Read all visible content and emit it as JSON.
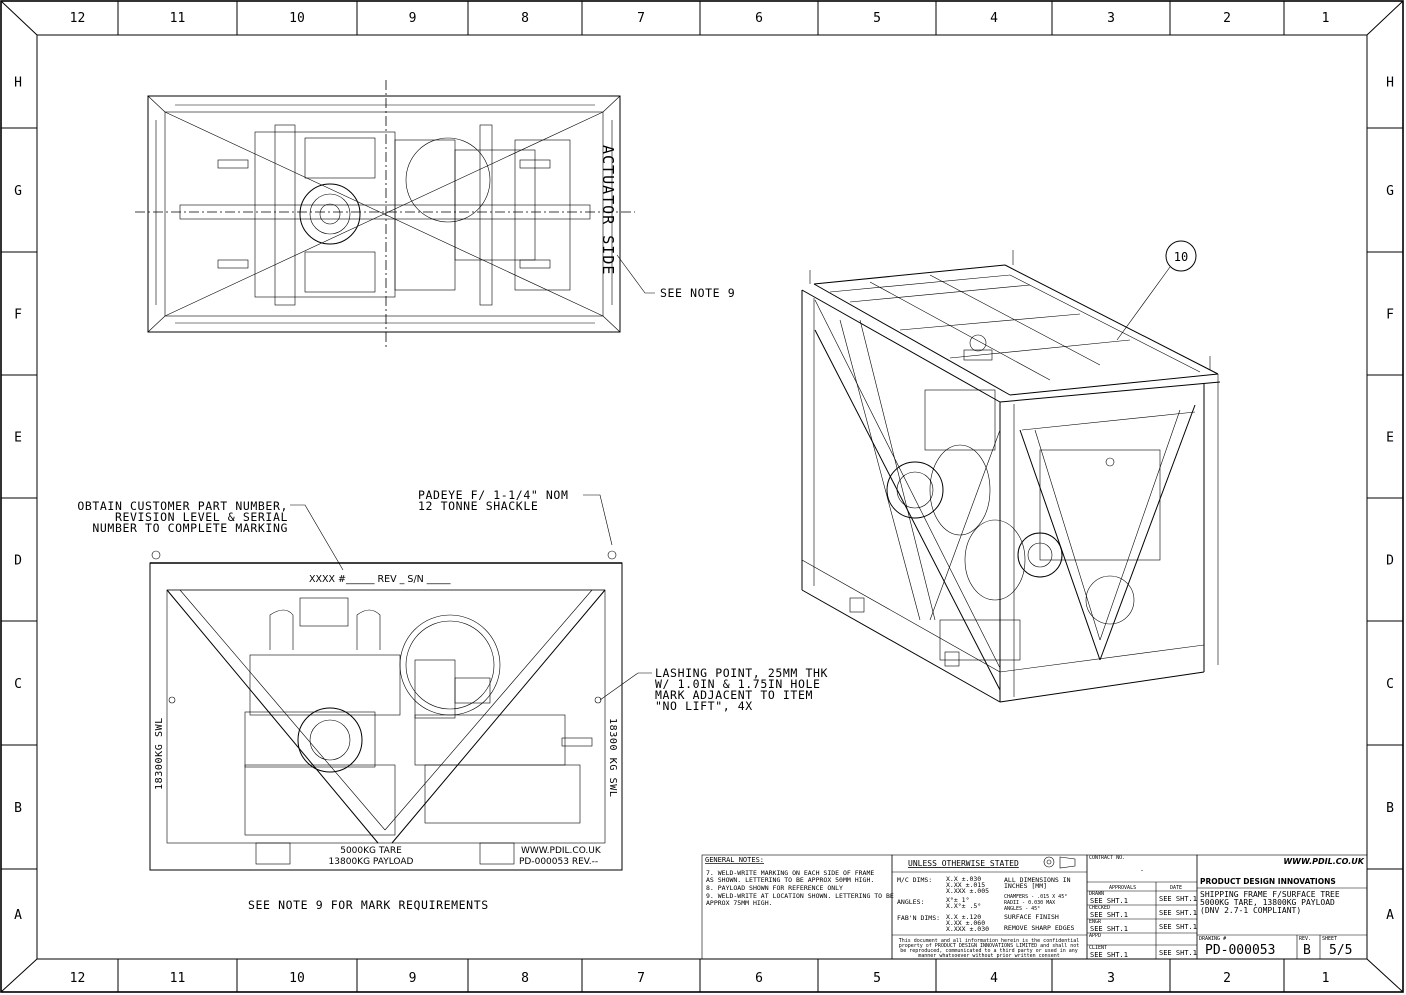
{
  "border": {
    "columns": [
      "12",
      "11",
      "10",
      "9",
      "8",
      "7",
      "6",
      "5",
      "4",
      "3",
      "2",
      "1"
    ],
    "rows": [
      "H",
      "G",
      "F",
      "E",
      "D",
      "C",
      "B",
      "A"
    ]
  },
  "top_view": {
    "side_label": "ACTUATOR SIDE",
    "see_note": "SEE NOTE 9"
  },
  "isometric_view": {
    "balloon": "10"
  },
  "front_view": {
    "customer_note": [
      "OBTAIN CUSTOMER PART NUMBER,",
      "REVISION LEVEL & SERIAL",
      "NUMBER TO COMPLETE MARKING"
    ],
    "padeye_note": [
      "PADEYE F/ 1-1/4\" NOM",
      "12 TONNE SHACKLE"
    ],
    "lashing_note": [
      "LASHING POINT, 25MM THK",
      "W/ 1.0IN & 1.75IN HOLE",
      "MARK ADJACENT TO ITEM",
      "\"NO LIFT\", 4X"
    ],
    "marking_line": "XXXX #______ REV _ S/N _____",
    "swl_left": "18300KG SWL",
    "swl_right": "18300 KG SWL",
    "tare": "5000KG TARE",
    "payload": "13800KG PAYLOAD",
    "web": "WWW.PDIL.CO.UK",
    "drawing_ref": "PD-000053 REV.--",
    "mark_requirements": "SEE NOTE 9 FOR MARK REQUIREMENTS"
  },
  "general_notes": {
    "title": "GENERAL NOTES:",
    "items": [
      "7. WELD-WRITE MARKING ON EACH SIDE OF FRAME",
      "   AS SHOWN. LETTERING TO BE APPROX 50MM HIGH.",
      "8. PAYLOAD SHOWN FOR REFERENCE ONLY",
      "9. WELD-WRITE AT LOCATION SHOWN. LETTERING TO BE",
      "   APPROX 75MM HIGH."
    ]
  },
  "tolerances": {
    "header": "UNLESS OTHERWISE STATED",
    "mc_dims_label": "M/C DIMS:",
    "mc_dims": [
      "X.X ±.030",
      "X.XX ±.015",
      "X.XXX ±.005"
    ],
    "all_dims": [
      "ALL DIMENSIONS IN",
      "INCHES [MM]"
    ],
    "angles_label": "ANGLES:",
    "angles": [
      "X°± 1°",
      "X.X°± .5°"
    ],
    "chamfers": [
      "CHAMFERS - .015 X 45°",
      "RADII    - 0.030 MAX",
      "ANGLES   - 45°"
    ],
    "fab_dims_label": "FAB'N DIMS:",
    "fab_dims": [
      "X.X ±.120",
      "X.XX ±.060",
      "X.XXX ±.030"
    ],
    "surface_finish": "SURFACE FINISH",
    "remove_edges": "REMOVE SHARP EDGES",
    "confidential": [
      "This document and all information herein is the confidential",
      "property of PRODUCT DESIGN INNOVATIONS LIMITED and shall not",
      "be reproduced, communicated to a third party or used in any",
      "manner whatsoever without prior written consent"
    ]
  },
  "approvals": {
    "contract_label": "CONTRACT NO.",
    "contract_value": "-",
    "approvals_label": "APPROVALS",
    "date_label": "DATE",
    "row_labels": [
      "DRAWN",
      "CHECKED",
      "ENGR",
      "APPD",
      "CLIENT"
    ],
    "value": "SEE SHT.1"
  },
  "title_block": {
    "web": "WWW.PDIL.CO.UK",
    "company": "PRODUCT DESIGN INNOVATIONS",
    "title_lines": [
      "SHIPPING FRAME F/SURFACE TREE",
      "5000KG TARE, 13800KG PAYLOAD",
      "(DNV 2.7-1 COMPLIANT)"
    ],
    "drawing_label": "DRAWING #",
    "drawing_number": "PD-000053",
    "rev_label": "REV.",
    "rev": "B",
    "sheet_label": "SHEET",
    "sheet": "5/5"
  }
}
